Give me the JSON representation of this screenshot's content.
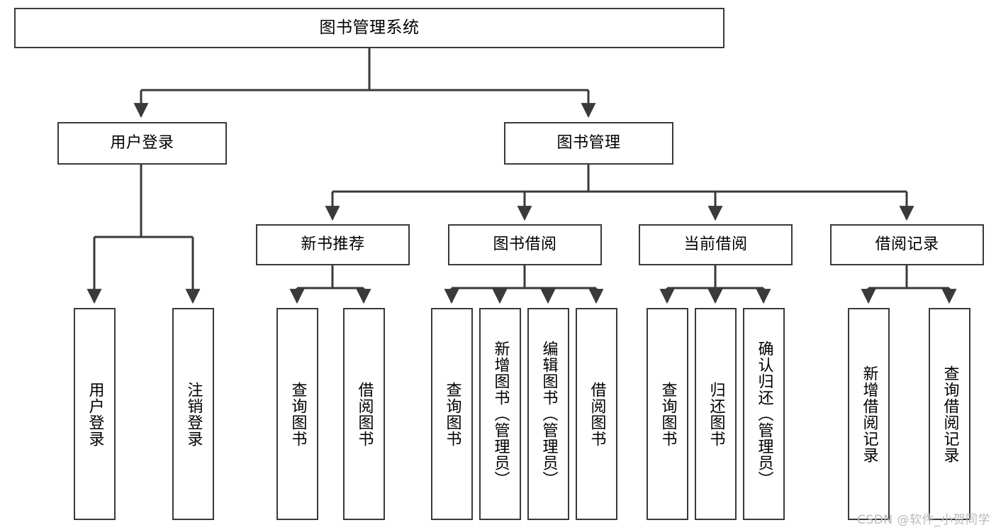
{
  "diagram": {
    "title": "图书管理系统",
    "type": "tree-hierarchy-chart",
    "watermark": "CSDN @软件_小贺同学",
    "colors": {
      "background": "#ffffff",
      "node_border": "#3a3a3a",
      "node_fill": "#ffffff",
      "edge": "#3a3a3a",
      "text": "#000000",
      "watermark": "#b9b9b9"
    },
    "root": {
      "id": "root",
      "label": "图书管理系统"
    },
    "level1": [
      {
        "id": "user-login",
        "label": "用户登录"
      },
      {
        "id": "book-manage",
        "label": "图书管理"
      }
    ],
    "level2": [
      {
        "id": "new-book-recommend",
        "label": "新书推荐",
        "parent": "book-manage"
      },
      {
        "id": "book-borrow",
        "label": "图书借阅",
        "parent": "book-manage"
      },
      {
        "id": "current-borrow",
        "label": "当前借阅",
        "parent": "book-manage"
      },
      {
        "id": "borrow-record",
        "label": "借阅记录",
        "parent": "book-manage"
      }
    ],
    "leaves": {
      "user-login": [
        {
          "id": "leaf-user-login",
          "label": "用户登录"
        },
        {
          "id": "leaf-user-logout",
          "label": "注销登录"
        }
      ],
      "new-book-recommend": [
        {
          "id": "leaf-query-book-1",
          "label": "查询图书"
        },
        {
          "id": "leaf-borrow-book-1",
          "label": "借阅图书"
        }
      ],
      "book-borrow": [
        {
          "id": "leaf-query-book-2",
          "label": "查询图书"
        },
        {
          "id": "leaf-add-book",
          "label": "新增图书（管理员）"
        },
        {
          "id": "leaf-edit-book",
          "label": "编辑图书（管理员）"
        },
        {
          "id": "leaf-borrow-book-2",
          "label": "借阅图书"
        }
      ],
      "current-borrow": [
        {
          "id": "leaf-query-book-3",
          "label": "查询图书"
        },
        {
          "id": "leaf-return-book",
          "label": "归还图书"
        },
        {
          "id": "leaf-confirm-return",
          "label": "确认归还（管理员）"
        }
      ],
      "borrow-record": [
        {
          "id": "leaf-add-record",
          "label": "新增借阅记录"
        },
        {
          "id": "leaf-query-record",
          "label": "查询借阅记录"
        }
      ]
    }
  }
}
